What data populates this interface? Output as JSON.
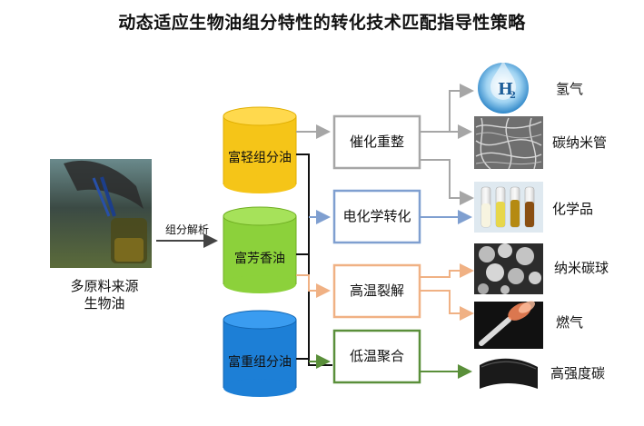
{
  "title": "动态适应生物油组分特性的转化技术匹配指导性策略",
  "source": {
    "line1": "多原料来源",
    "line2": "生物油"
  },
  "edge_label": "组分解析",
  "fractions": [
    {
      "name": "富轻组分油",
      "color": "#f5c518"
    },
    {
      "name": "富芳香油",
      "color": "#8cd13b"
    },
    {
      "name": "富重组分油",
      "color": "#1d7fd6"
    }
  ],
  "processes": [
    {
      "name": "催化重整",
      "color": "#a6a6a6"
    },
    {
      "name": "电化学转化",
      "color": "#7f9fd0"
    },
    {
      "name": "高温裂解",
      "color": "#f0b184"
    },
    {
      "name": "低温聚合",
      "color": "#5a8f3a"
    }
  ],
  "products": [
    "氢气",
    "碳纳米管",
    "化学品",
    "纳米碳球",
    "燃气",
    "高强度碳"
  ],
  "icons": {
    "hydrogen": "H2",
    "hydrogen_subscript": "2"
  }
}
